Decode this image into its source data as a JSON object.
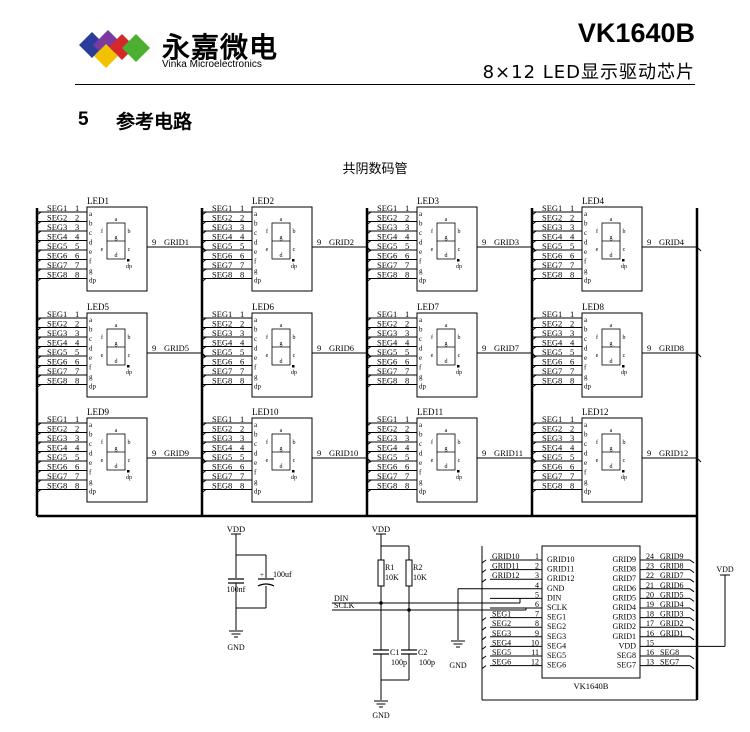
{
  "header": {
    "company_cn": "永嘉微电",
    "company_en": "Vinka Microelectronics",
    "chip": "VK1640B",
    "subtitle": "8×12  LED显示驱动芯片"
  },
  "section": {
    "number": "5",
    "title": "参考电路"
  },
  "diagram": {
    "caption": "共阴数码管",
    "seg_labels": [
      "SEG1",
      "SEG2",
      "SEG3",
      "SEG4",
      "SEG5",
      "SEG6",
      "SEG7",
      "SEG8"
    ],
    "pin_nums": [
      "1",
      "2",
      "3",
      "4",
      "5",
      "6",
      "7",
      "8"
    ],
    "seg_letters": [
      "a",
      "b",
      "c",
      "d",
      "e",
      "f",
      "g",
      "dp"
    ],
    "grid_pin": "9",
    "digit_segs": [
      "a",
      "f",
      "b",
      "g",
      "e",
      "c",
      "d",
      "dp"
    ],
    "leds": [
      {
        "name": "LED1",
        "grid": "GRID1"
      },
      {
        "name": "LED2",
        "grid": "GRID2"
      },
      {
        "name": "LED3",
        "grid": "GRID3"
      },
      {
        "name": "LED4",
        "grid": "GRID4"
      },
      {
        "name": "LED5",
        "grid": "GRID5"
      },
      {
        "name": "LED6",
        "grid": "GRID6"
      },
      {
        "name": "LED7",
        "grid": "GRID7"
      },
      {
        "name": "LED8",
        "grid": "GRID8"
      },
      {
        "name": "LED9",
        "grid": "GRID9"
      },
      {
        "name": "LED10",
        "grid": "GRID10"
      },
      {
        "name": "LED11",
        "grid": "GRID11"
      },
      {
        "name": "LED12",
        "grid": "GRID12"
      }
    ],
    "power": {
      "vdd": "VDD",
      "gnd": "GND",
      "cap_ceramic": "100nf",
      "cap_electrolytic": "100uf"
    },
    "pullups": {
      "r1": "R1",
      "r1_val": "10K",
      "r2": "R2",
      "r2_val": "10K",
      "c1": "C1",
      "c1_val": "100p",
      "c2": "C2",
      "c2_val": "100p",
      "din": "DIN",
      "sclk": "SCLK"
    },
    "ic": {
      "name": "VK1640B",
      "left_pins": [
        {
          "net": "GRID10",
          "num": "1",
          "name": "GRID10"
        },
        {
          "net": "GRID11",
          "num": "2",
          "name": "GRID11"
        },
        {
          "net": "GRID12",
          "num": "3",
          "name": "GRID12"
        },
        {
          "net": "",
          "num": "4",
          "name": "GND"
        },
        {
          "net": "",
          "num": "5",
          "name": "DIN"
        },
        {
          "net": "",
          "num": "6",
          "name": "SCLK"
        },
        {
          "net": "SEG1",
          "num": "7",
          "name": "SEG1"
        },
        {
          "net": "SEG2",
          "num": "8",
          "name": "SEG2"
        },
        {
          "net": "SEG3",
          "num": "9",
          "name": "SEG3"
        },
        {
          "net": "SEG4",
          "num": "10",
          "name": "SEG4"
        },
        {
          "net": "SEG5",
          "num": "11",
          "name": "SEG5"
        },
        {
          "net": "SEG6",
          "num": "12",
          "name": "SEG6"
        }
      ],
      "right_pins": [
        {
          "name": "GRID9",
          "num": "24",
          "net": "GRID9"
        },
        {
          "name": "GRID8",
          "num": "23",
          "net": "GRID8"
        },
        {
          "name": "GRID7",
          "num": "22",
          "net": "GRID7"
        },
        {
          "name": "GRID6",
          "num": "21",
          "net": "GRID6"
        },
        {
          "name": "GRID5",
          "num": "20",
          "net": "GRID5"
        },
        {
          "name": "GRID4",
          "num": "19",
          "net": "GRID4"
        },
        {
          "name": "GRID3",
          "num": "18",
          "net": "GRID3"
        },
        {
          "name": "GRID2",
          "num": "17",
          "net": "GRID2"
        },
        {
          "name": "GRID1",
          "num": "16",
          "net": "GRID1"
        },
        {
          "name": "VDD",
          "num": "15",
          "net": ""
        },
        {
          "name": "SEG8",
          "num": "16",
          "net": "SEG8"
        },
        {
          "name": "SEG7",
          "num": "13",
          "net": "SEG7"
        }
      ]
    }
  }
}
